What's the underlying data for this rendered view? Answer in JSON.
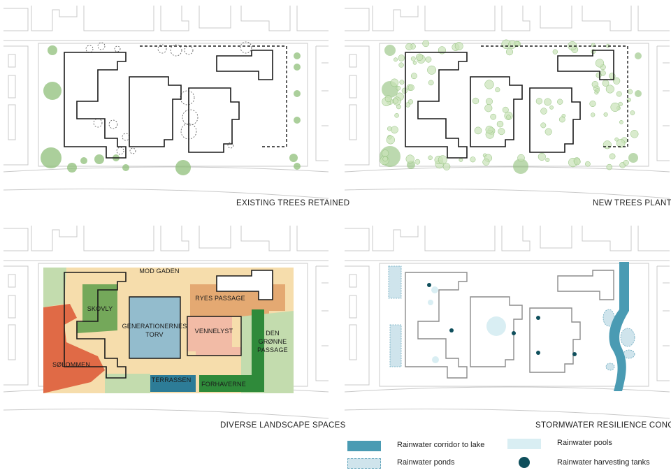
{
  "panels": [
    {
      "id": "trees-existing",
      "caption": "EXISTING TREES RETAINED"
    },
    {
      "id": "trees-new",
      "caption": "NEW TREES PLANTED"
    },
    {
      "id": "landscape",
      "caption": "DIVERSE LANDSCAPE SPACES"
    },
    {
      "id": "stormwater",
      "caption": "STORMWATER RESILIENCE CONCEPT"
    }
  ],
  "landscape_labels": {
    "mod_gaden": "MOD GADEN",
    "skovly": "SKOVLY",
    "ryes_passage": "RYES PASSAGE",
    "generationernes_1": "GENERATIONERNES",
    "generationernes_2": "TORV",
    "vennelyst": "VENNELYST",
    "den_gronne_1": "DEN",
    "den_gronne_2": "GRØNNE",
    "den_gronne_3": "PASSAGE",
    "solommen": "SØLOMMEN",
    "terrassen": "TERRASSEN",
    "forhaverne": "FORHAVERNE"
  },
  "legend": [
    {
      "id": "corridor",
      "label": "Rainwater corridor to lake",
      "color": "#4a9bb3"
    },
    {
      "id": "pools",
      "label": "Rainwater pools",
      "color": "#d9eef3"
    },
    {
      "id": "ponds",
      "label": "Rainwater ponds",
      "color": "#cfe4ec"
    },
    {
      "id": "tanks",
      "label": "Rainwater harvesting tanks",
      "color": "#0f4f5c"
    }
  ],
  "colors": {
    "tree": "#8fbf7a",
    "tree_new": "#c9e3b8",
    "zone_sand": "#f6ddac",
    "zone_orange": "#e4a972",
    "zone_red": "#e06a46",
    "zone_lightgreen": "#c3dcae",
    "zone_green": "#74a85a",
    "zone_darkgreen": "#2f8a3a",
    "zone_blue": "#93bccd",
    "zone_teal": "#2d7c97",
    "zone_salmon": "#f2bba6",
    "water": "#4a9bb3",
    "water_light": "#d9eef3"
  }
}
